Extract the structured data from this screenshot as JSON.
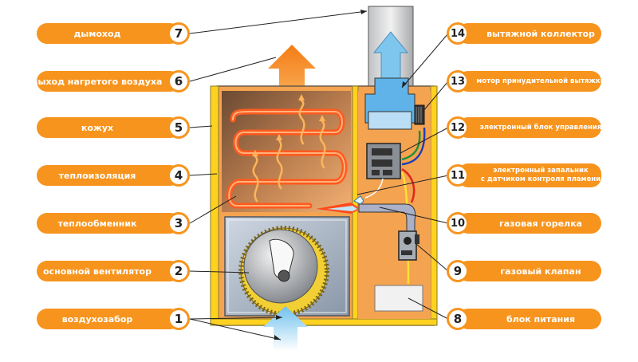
{
  "left_labels": [
    {
      "n": "7",
      "text": "дымоход"
    },
    {
      "n": "6",
      "text": "выход нагретого воздуха"
    },
    {
      "n": "5",
      "text": "кожух"
    },
    {
      "n": "4",
      "text": "теплоизоляция"
    },
    {
      "n": "3",
      "text": "теплообменник"
    },
    {
      "n": "2",
      "text": "основной вентилятор"
    },
    {
      "n": "1",
      "text": "воздухозабор"
    }
  ],
  "right_labels": [
    {
      "n": "14",
      "text": "вытяжной коллектор"
    },
    {
      "n": "13",
      "text": "мотор принудительной вытяжки"
    },
    {
      "n": "12",
      "text": "электронный блок управления"
    },
    {
      "n": "11",
      "line1": "электронный запальник",
      "line2": "с датчиком контроля пламени"
    },
    {
      "n": "10",
      "text": "газовая горелка"
    },
    {
      "n": "9",
      "text": "газовый клапан"
    },
    {
      "n": "8",
      "text": "блок питания"
    }
  ],
  "colors": {
    "accent": "#f7941d",
    "casing": "#ffd21f",
    "chamber": "#f2a24a",
    "arrow_out": "#f7941d",
    "arrow_blue": "#7fc6ef",
    "flame": "#ff4a1a"
  }
}
